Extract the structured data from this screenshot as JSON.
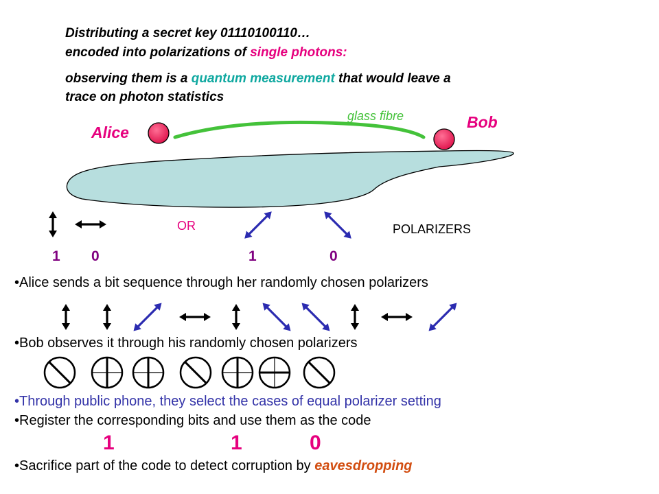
{
  "colors": {
    "pink": "#e6007e",
    "teal": "#0fa8a0",
    "green": "#44c23a",
    "water": "#b7dede",
    "navy": "#2b2bb0",
    "purple": "#800080",
    "blue_text": "#3333a8",
    "orange": "#d24d10",
    "orb": "#ef2f63"
  },
  "header": {
    "line1": "Distributing a secret key 01110100110…",
    "line2_a": "encoded into polarizations of ",
    "line2_b": "single photons:",
    "line3_a": "observing them is a ",
    "line3_b": "quantum measurement",
    "line3_c": " that would leave a",
    "line4": "trace on photon statistics"
  },
  "scene": {
    "glass_fibre": "glass fibre",
    "alice": "Alice",
    "bob": "Bob"
  },
  "polarizers": {
    "or_label": "OR",
    "label": "POLARIZERS",
    "bits": [
      "1",
      "0",
      "1",
      "0"
    ]
  },
  "alice_sequence": [
    "vertical",
    "vertical",
    "diagonal",
    "horizontal",
    "vertical",
    "anti-diagonal",
    "anti-diagonal",
    "vertical",
    "horizontal",
    "diagonal"
  ],
  "bob_filters": [
    "diagonal-cross",
    "vertical-cross",
    "vertical-cross",
    "diagonal-cross",
    "vertical-cross",
    "horizontal-cross",
    "diagonal-cross"
  ],
  "bullets": {
    "b1": "•Alice sends a bit sequence through her randomly chosen polarizers",
    "b2": "•Bob observes it through his randomly chosen polarizers",
    "b3": "•Through public phone, they select the cases of equal polarizer setting",
    "b4": "•Register the corresponding bits and use them as the code",
    "b5_a": "•Sacrifice part of the code to detect corruption by ",
    "b5_b": "eavesdropping"
  },
  "code_bits": [
    "1",
    "1",
    "0"
  ]
}
